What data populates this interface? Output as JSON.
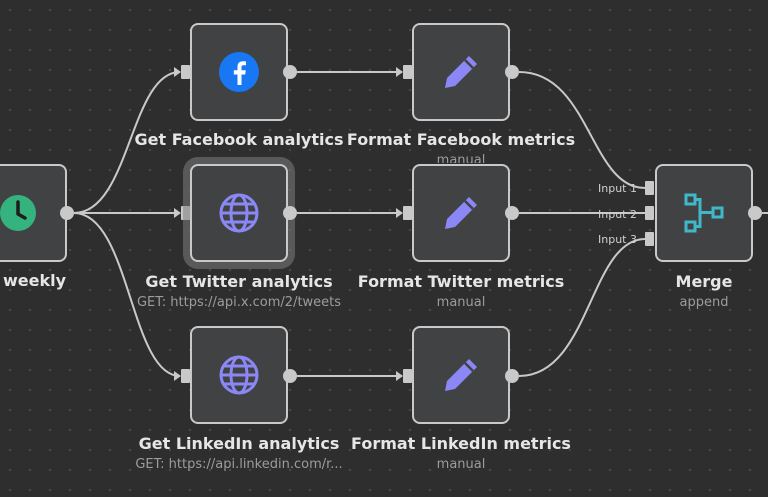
{
  "canvas": {
    "edge_color": "#c9c9c9",
    "node_border": "#c9c9c9",
    "node_fill": "#414244",
    "background": "#2e2e2e"
  },
  "nodes": {
    "schedule": {
      "title": "Run weekly",
      "visible_title": "n weekly",
      "icon": "clock-icon",
      "icon_color": "#35b37e"
    },
    "get_facebook": {
      "title": "Get Facebook analytics",
      "subtitle": "",
      "icon": "facebook-icon",
      "icon_color": "#1877f2"
    },
    "get_twitter": {
      "title": "Get Twitter analytics",
      "subtitle": "GET: https://api.x.com/2/tweets",
      "icon": "globe-icon",
      "icon_color": "#8b87f5",
      "selected": true
    },
    "get_linkedin": {
      "title": "Get LinkedIn analytics",
      "subtitle": "GET: https://api.linkedin.com/r...",
      "icon": "globe-icon",
      "icon_color": "#8b87f5"
    },
    "format_facebook": {
      "title": "Format Facebook metrics",
      "subtitle": "manual",
      "icon": "pencil-icon",
      "icon_color": "#8b87f5"
    },
    "format_twitter": {
      "title": "Format Twitter metrics",
      "subtitle": "manual",
      "icon": "pencil-icon",
      "icon_color": "#8b87f5"
    },
    "format_linkedin": {
      "title": "Format LinkedIn metrics",
      "subtitle": "manual",
      "icon": "pencil-icon",
      "icon_color": "#8b87f5"
    },
    "merge": {
      "title": "Merge",
      "subtitle": "append",
      "icon": "merge-icon",
      "icon_color": "#3fb8c9",
      "inputs": [
        "Input 1",
        "Input 2",
        "Input 3"
      ]
    }
  }
}
